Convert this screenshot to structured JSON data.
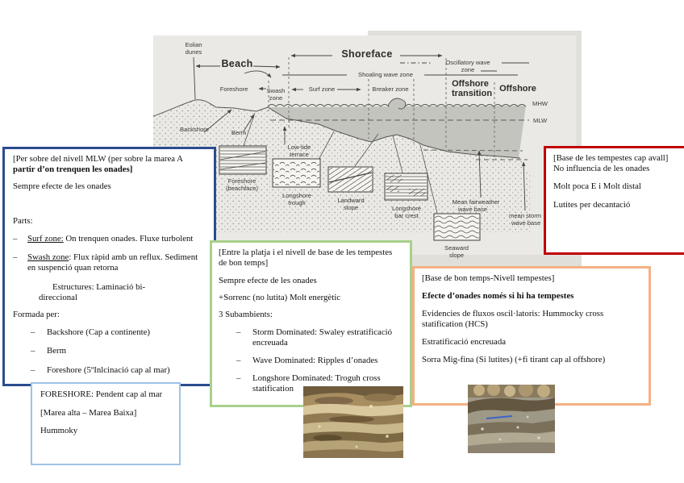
{
  "scan": {
    "bg_front": "#eae9e5",
    "bg_back": "#e0dfda"
  },
  "diagram": {
    "zones": {
      "eolian_l1": "Eolian",
      "eolian_l2": "dunes",
      "beach": "Beach",
      "shoreface": "Shoreface",
      "foreshore": "Foreshore",
      "swash_l1": "Swash",
      "swash_l2": "zone",
      "surf": "Surf zone",
      "breaker": "Breaker zone",
      "shoaling": "Shoaling wave zone",
      "oscillatory_l1": "Oscillatory wave",
      "oscillatory_l2": "zone",
      "offshore_transition_l1": "Offshore",
      "offshore_transition_l2": "transition",
      "offshore": "Offshore",
      "mhw": "MHW",
      "mlw": "MLW",
      "backshore": "Backshore",
      "berm": "Berm",
      "lowtide_l1": "Low-tide",
      "lowtide_l2": "terrace",
      "fairweather_l1": "Mean fairweather",
      "fairweather_l2": "wave base",
      "storm_l1": "mean storm",
      "storm_l2": "wave base"
    },
    "structures": {
      "beachface_l1": "Foreshore",
      "beachface_l2": "(beachface)",
      "trough_l1": "Longshore",
      "trough_l2": "trough",
      "landward_l1": "Landward",
      "landward_l2": "slope",
      "barcrest_l1": "Longshore",
      "barcrest_l2": "bar crest",
      "seaward_l1": "Seaward",
      "seaward_l2": "slope"
    }
  },
  "annotations": {
    "bullet_marker": "–",
    "blue": {
      "border": "#2b4d8f",
      "header_l1": "[Per sobre del nivell MLW (per sobre la marea A",
      "header_l2": "partir d’on trenquen les onades]",
      "always_waves": "Sempre efecte de les onades",
      "parts_title": "Parts:",
      "surf_lead": "Surf zone:",
      "surf_rest": " On trenquen onades. Fluxe turbolent",
      "swash_lead": "Swash zone",
      "swash_rest": ": Flux ràpid amb un reflux. Sediment",
      "swash_l2": "en suspenció quan retorna",
      "structures_l1": "Estructures: Laminació bi-",
      "structures_l2": "direccional",
      "formed_by": "Formada per:",
      "formed_items": [
        "Backshore (Cap a continente)",
        "Berm",
        "Foreshore (5ºInlcinació cap al mar)"
      ]
    },
    "green": {
      "border": "#a8d08d",
      "header_l1": "[Entre la platja i el nivell de base de les tempestes",
      "header_l2": "de bon temps]",
      "always_waves": "Sempre efecte de les onades",
      "sandy": "+Sorrenc (no lutita) Molt energètic",
      "sub_title": "3 Subambients:",
      "b1_l1": "Storm Dominated: Swaley estratificació",
      "b1_l2": "encreuada",
      "b2": "Wave Dominated: Ripples d’onades",
      "b3_l1": "Longshore Dominated:  Troguh cross",
      "b3_l2": "statification"
    },
    "orange": {
      "border": "#f4b183",
      "l1": "[Base de bon temps-Nivell tempestes]",
      "l2": "Efecte d’onades només si hi ha tempestes",
      "l3_a": "Evidencies de fluxos oscil·latoris: Hummocky cross",
      "l3_b": "statification (HCS)",
      "l4": "Estratificació encreuada",
      "l5": "Sorra Mig-fina (Si lutites)  (+fi tirant cap al offshore)"
    },
    "red": {
      "border": "#c00000",
      "l1": "[Base de les tempestes cap avall]",
      "l2": "No influencia de les onades",
      "l3": "Molt poca E i Molt distal",
      "l4": "Lutites per decantació"
    },
    "lightblue": {
      "border": "#9dc3e6",
      "l1": "FORESHORE: Pendent cap al mar",
      "l2": "[Marea alta – Marea Baixa]",
      "l3": "Hummoky"
    }
  }
}
